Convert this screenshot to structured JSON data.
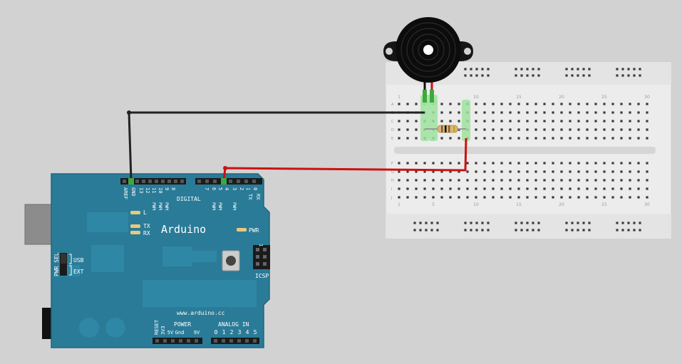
{
  "arduino": {
    "logo": "Arduino",
    "url": "www.arduino.cc",
    "pin_labels_top": [
      "AREF",
      "GND",
      "13",
      "12",
      "11",
      "10",
      "9",
      "8",
      "7",
      "6",
      "5",
      "4",
      "3",
      "2",
      "1",
      "0"
    ],
    "pwm_labels": [
      "PWM",
      "PWM",
      "PWM",
      "PWM",
      "PWM",
      "PWM"
    ],
    "digital_label": "DIGITAL",
    "tx_label": "TX",
    "rx_label": "RX",
    "tx_header": "TX",
    "rx_header": "RX",
    "led_l": "L",
    "pwr": "PWR",
    "usb": "USB",
    "ext": "EXT",
    "pwr_sel": "PWR SEL",
    "icsp": "ICSP",
    "icsp_num": "1",
    "power_title": "POWER",
    "analog_title": "ANALOG IN",
    "power_pins": [
      "RESET",
      "3V3",
      "5V",
      "Gnd",
      "9V"
    ],
    "analog_pins": [
      "0",
      "1",
      "2",
      "3",
      "4",
      "5"
    ]
  },
  "breadboard": {
    "col_numbers": [
      "1",
      "5",
      "10",
      "15",
      "20",
      "25",
      "30"
    ],
    "row_letters_top": [
      "A",
      "B",
      "C",
      "D",
      "E"
    ],
    "row_letters_bottom": [
      "F",
      "G",
      "H",
      "I",
      "J"
    ]
  },
  "colors": {
    "board": "#2a7b98",
    "wire_black": "#222222",
    "wire_red": "#cc1111",
    "breadboard": "#ececec",
    "highlight": "#9fe39f"
  }
}
